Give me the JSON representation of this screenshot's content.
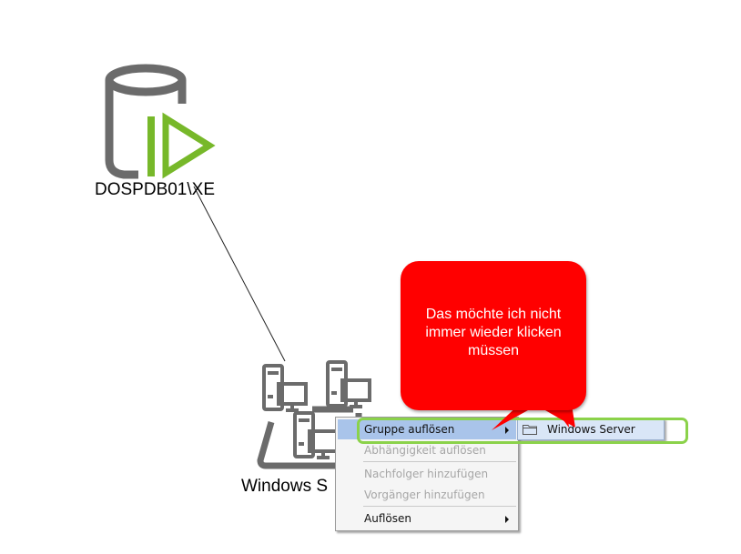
{
  "nodes": {
    "database": {
      "label": "DOSPDB01\\XE",
      "icon": "database-play-icon"
    },
    "server_group": {
      "label": "Windows S",
      "icon": "server-group-icon"
    }
  },
  "context_menu": {
    "items": [
      {
        "label": "Gruppe auflösen",
        "enabled": true,
        "highlighted": true,
        "has_submenu": true
      },
      {
        "label": "Abhängigkeit auflösen",
        "enabled": false,
        "highlighted": false,
        "has_submenu": false
      },
      {
        "label": "Nachfolger hinzufügen",
        "enabled": false,
        "highlighted": false,
        "has_submenu": false
      },
      {
        "label": "Vorgänger hinzufügen",
        "enabled": false,
        "highlighted": false,
        "has_submenu": false
      },
      {
        "label": "Auflösen",
        "enabled": true,
        "highlighted": false,
        "has_submenu": true
      }
    ]
  },
  "submenu": {
    "items": [
      {
        "label": "Windows Server",
        "icon": "folder-icon"
      }
    ]
  },
  "annotation": {
    "text_lines": [
      "Das möchte ich nicht",
      "immer wieder klicken",
      "müssen"
    ],
    "text": "Das möchte ich nicht immer wieder klicken müssen"
  },
  "colors": {
    "callout": "#ff0000",
    "highlight_ring": "#8bd24a",
    "db_icon_gray": "#6b6b6b",
    "db_icon_green": "#77b82a",
    "menu_highlight": "#a9c4ea"
  }
}
